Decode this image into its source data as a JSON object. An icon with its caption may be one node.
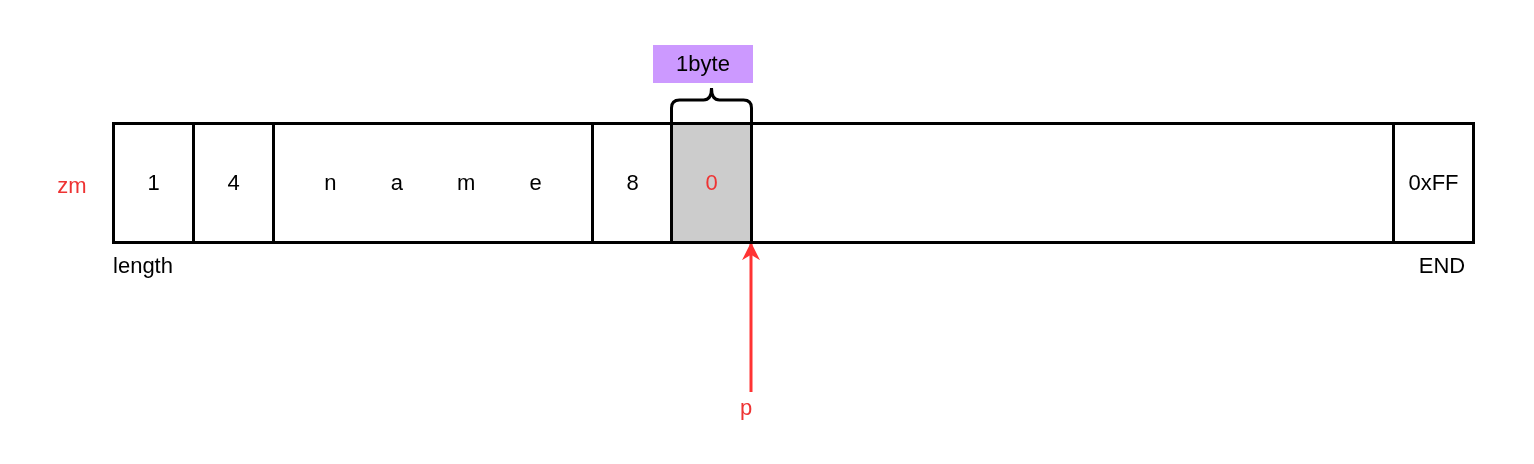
{
  "diagram": {
    "nodes": [
      {
        "text": [
          "1"
        ]
      },
      {
        "text": [
          "4"
        ]
      },
      {
        "text": [
          "n a m e"
        ]
      },
      {
        "text": [
          "8"
        ]
      },
      {
        "text": [
          "0"
        ]
      },
      {
        "text": [],
        "shape": "box"
      },
      {
        "text": [
          "0xFF"
        ]
      },
      {
        "text": [
          "1byte"
        ]
      },
      {
        "text": [
          "p"
        ]
      }
    ],
    "edges": [
      {
        "from": 8,
        "to": 4,
        "arrow": "to",
        "color": "#ff3333"
      }
    ],
    "labels": [
      "zm",
      "length",
      "END"
    ]
  }
}
